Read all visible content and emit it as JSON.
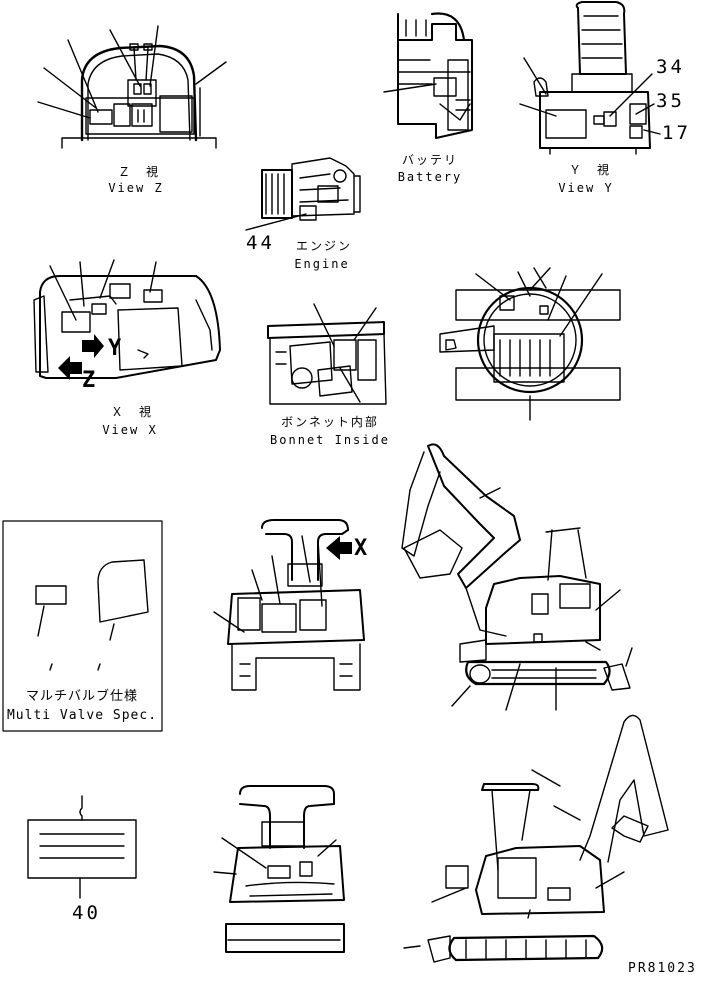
{
  "labels": {
    "view_z_jp": "Ｚ　視",
    "view_z_en": "View Z",
    "battery_jp": "バッテリ",
    "battery_en": "Battery",
    "view_y_jp": "Ｙ　視",
    "view_y_en": "View Y",
    "engine_num": "44",
    "engine_jp": "エンジン",
    "engine_en": "Engine",
    "view_x_jp": "Ｘ　視",
    "view_x_en": "View X",
    "bonnet_jp": "ボンネット内部",
    "bonnet_en": "Bonnet Inside",
    "multi_valve_jp": "マルチバルブ仕様",
    "multi_valve_en": "Multi Valve Spec.",
    "part_40": "40",
    "part_34": "34",
    "part_35": "35",
    "part_17": "17",
    "arrow_y": "Y",
    "arrow_z": "Z",
    "arrow_x": "X",
    "drawing_code": "PR81023"
  },
  "colors": {
    "ink": "#000000",
    "paper": "#ffffff"
  }
}
